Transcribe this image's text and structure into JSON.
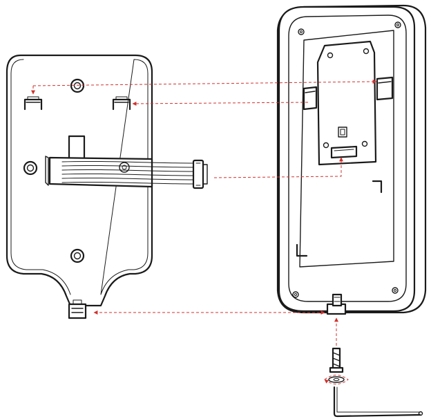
{
  "diagram": {
    "parts": [
      "mounting-bracket",
      "doorbell-device",
      "wire-connector",
      "security-screw",
      "washer",
      "hex-key"
    ],
    "colors": {
      "line": "#1a1a1a",
      "guide_arrow": "#d0312d",
      "background": "#ffffff"
    },
    "guides": [
      "top-screw-hole-to-device-top-clip",
      "left-clip-to-device-left-slot",
      "connector-to-device-port",
      "bottom-tab-to-device-bottom-screw",
      "screw-to-device-bottom",
      "washer-rotation"
    ]
  }
}
